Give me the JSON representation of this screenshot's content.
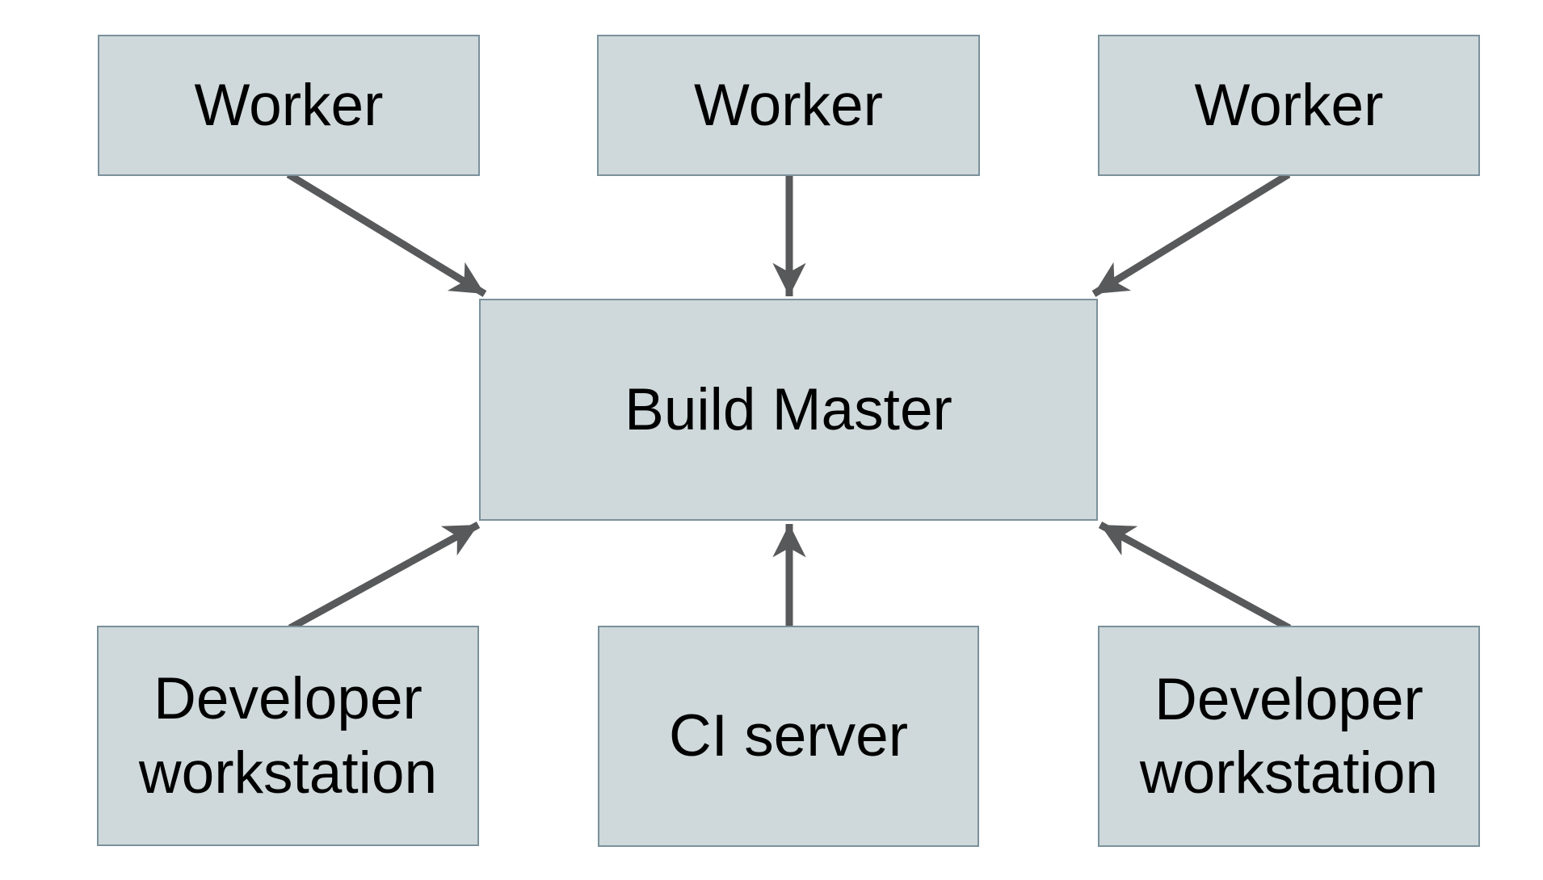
{
  "nodes": {
    "worker_1": {
      "label": "Worker"
    },
    "worker_2": {
      "label": "Worker"
    },
    "worker_3": {
      "label": "Worker"
    },
    "build_master": {
      "label": "Build Master"
    },
    "developer_workstation_left": {
      "label": "Developer workstation"
    },
    "ci_server": {
      "label": "CI server"
    },
    "developer_workstation_right": {
      "label": "Developer workstation"
    }
  },
  "edges": [
    {
      "from": "worker_1",
      "to": "build_master"
    },
    {
      "from": "worker_2",
      "to": "build_master"
    },
    {
      "from": "worker_3",
      "to": "build_master"
    },
    {
      "from": "developer_workstation_left",
      "to": "build_master"
    },
    {
      "from": "ci_server",
      "to": "build_master"
    },
    {
      "from": "developer_workstation_right",
      "to": "build_master"
    }
  ],
  "colors": {
    "background": "#ffffff",
    "node_fill": "#cfd8da",
    "node_border": "#7b919b",
    "arrow": "#58595a",
    "text": "#000000"
  }
}
